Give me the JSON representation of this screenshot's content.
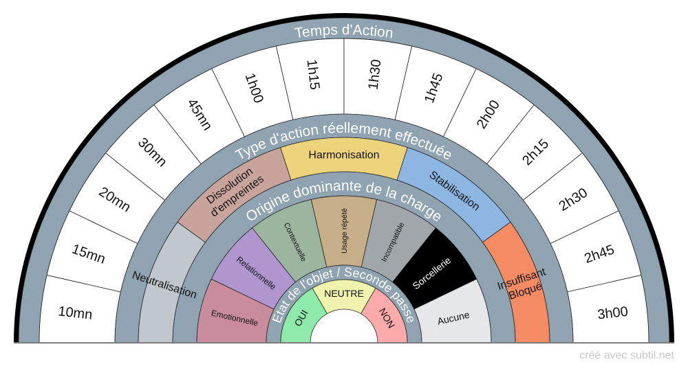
{
  "colors": {
    "band": "#8fa3b1",
    "outline": "#222222",
    "outer_rim": "#000000",
    "credit": "#c8c8c8"
  },
  "rings": {
    "time": {
      "title": "Temps d'Action",
      "segments": [
        "10mn",
        "15mn",
        "20mn",
        "30mn",
        "45mn",
        "1h00",
        "1h15",
        "1h30",
        "1h45",
        "2h00",
        "2h15",
        "2h30",
        "2h45",
        "3h00"
      ],
      "fill": "#ffffff"
    },
    "action_type": {
      "title": "Type d'action réellement effectuée",
      "segments": [
        {
          "label": [
            "Neutralisation"
          ],
          "color": "#c0c7cd"
        },
        {
          "label": [
            "Dissolution",
            "d'empreintes"
          ],
          "color": "#c9a49c"
        },
        {
          "label": [
            "Harmonisation"
          ],
          "color": "#ecd37c"
        },
        {
          "label": [
            "Stabilisation"
          ],
          "color": "#8db6e3"
        },
        {
          "label": [
            "Insuffisant",
            "Bloqué"
          ],
          "color": "#f48b63"
        }
      ]
    },
    "origin": {
      "title": "Origine dominante de la charge",
      "segments": [
        {
          "label": "Emotionnelle",
          "color": "#c98c9c",
          "text": "#111111"
        },
        {
          "label": "Relationnelle",
          "color": "#b095cf",
          "text": "#111111"
        },
        {
          "label": "Contextuelle",
          "color": "#9cb59f",
          "text": "#111111"
        },
        {
          "label": "Usage répété",
          "color": "#c6ae89",
          "text": "#111111"
        },
        {
          "label": "Incompatible",
          "color": "#a0a6aa",
          "text": "#111111"
        },
        {
          "label": "Sorcellerie",
          "color": "#000000",
          "text": "#ffffff"
        },
        {
          "label": "Aucune",
          "color": "#e6e7e9",
          "text": "#111111"
        }
      ]
    },
    "state": {
      "title": "Etat de l'objet / Seconde passe",
      "segments": [
        {
          "label": "OUI",
          "color": "#8eeaab"
        },
        {
          "label": "NEUTRE",
          "color": "#eff3ad"
        },
        {
          "label": "NON",
          "color": "#fcaaaa"
        }
      ]
    }
  },
  "credit": "créé avec subtil.net"
}
